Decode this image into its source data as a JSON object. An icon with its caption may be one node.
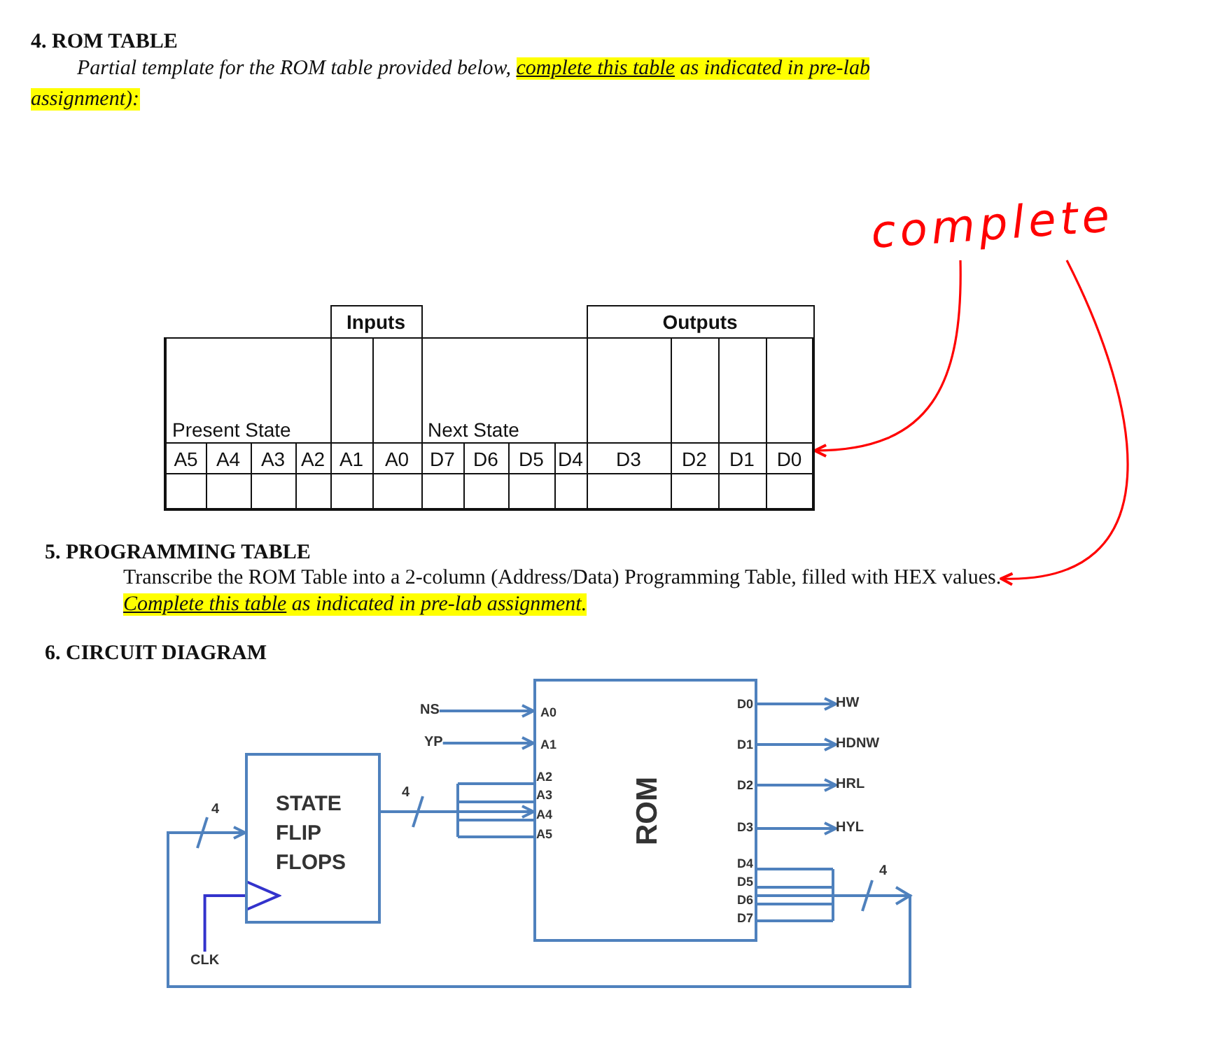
{
  "diagram": {
    "nodes": [
      {
        "text": [
          "complete"
        ]
      },
      {
        "text": [],
        "shape": "box"
      },
      {
        "text": [
          "Transcribe the ROM Table into a 2-column (Address/Data) Programming Table, filled with HEX values."
        ]
      },
      {
        "text": [
          "STATE FLIP FLOPS"
        ]
      },
      {
        "text": [
          "ROM"
        ]
      },
      {
        "text": [
          "NS"
        ]
      },
      {
        "text": [
          "YP"
        ]
      },
      {
        "text": [
          "HW"
        ]
      },
      {
        "text": [
          "HDNW"
        ]
      },
      {
        "text": [
          "HRL"
        ]
      },
      {
        "text": [
          "HYL"
        ]
      },
      {
        "text": [
          "CLK"
        ]
      }
    ],
    "edges": [
      {
        "from": 0,
        "to": 1,
        "arrow": "to",
        "color": "#ff0000"
      },
      {
        "from": 0,
        "to": 2,
        "arrow": "to",
        "color": "#ff0000"
      },
      {
        "from": 5,
        "to": 4,
        "arrow": "to"
      },
      {
        "from": 6,
        "to": 4,
        "arrow": "to"
      },
      {
        "from": 3,
        "to": 4,
        "arrow": "to",
        "label": "4"
      },
      {
        "from": 4,
        "to": 7,
        "arrow": "to"
      },
      {
        "from": 4,
        "to": 8,
        "arrow": "to"
      },
      {
        "from": 4,
        "to": 9,
        "arrow": "to"
      },
      {
        "from": 4,
        "to": 10,
        "arrow": "to"
      },
      {
        "from": 4,
        "to": 3,
        "arrow": "to",
        "label": "4"
      },
      {
        "from": 11,
        "to": 3,
        "arrow": "to",
        "color": "#3333cc"
      }
    ],
    "labels": [
      "4. ROM TABLE",
      "Partial template for the ROM table provided below,",
      "complete this table",
      "as indicated in pre-lab assignment):",
      "Inputs",
      "Outputs",
      "Present State",
      "Next State",
      "A5",
      "A4",
      "A3",
      "A2",
      "A1",
      "A0",
      "D7",
      "D6",
      "D5",
      "D4",
      "D3",
      "D2",
      "D1",
      "D0",
      "5. PROGRAMMING TABLE",
      "Complete this table",
      "as indicated in pre-lab assignment.",
      "6. CIRCUIT DIAGRAM",
      "A0",
      "A1",
      "A2",
      "A3",
      "A4",
      "A5",
      "D0",
      "D1",
      "D2",
      "D3",
      "D4",
      "D5",
      "D6",
      "D7",
      "4"
    ]
  }
}
